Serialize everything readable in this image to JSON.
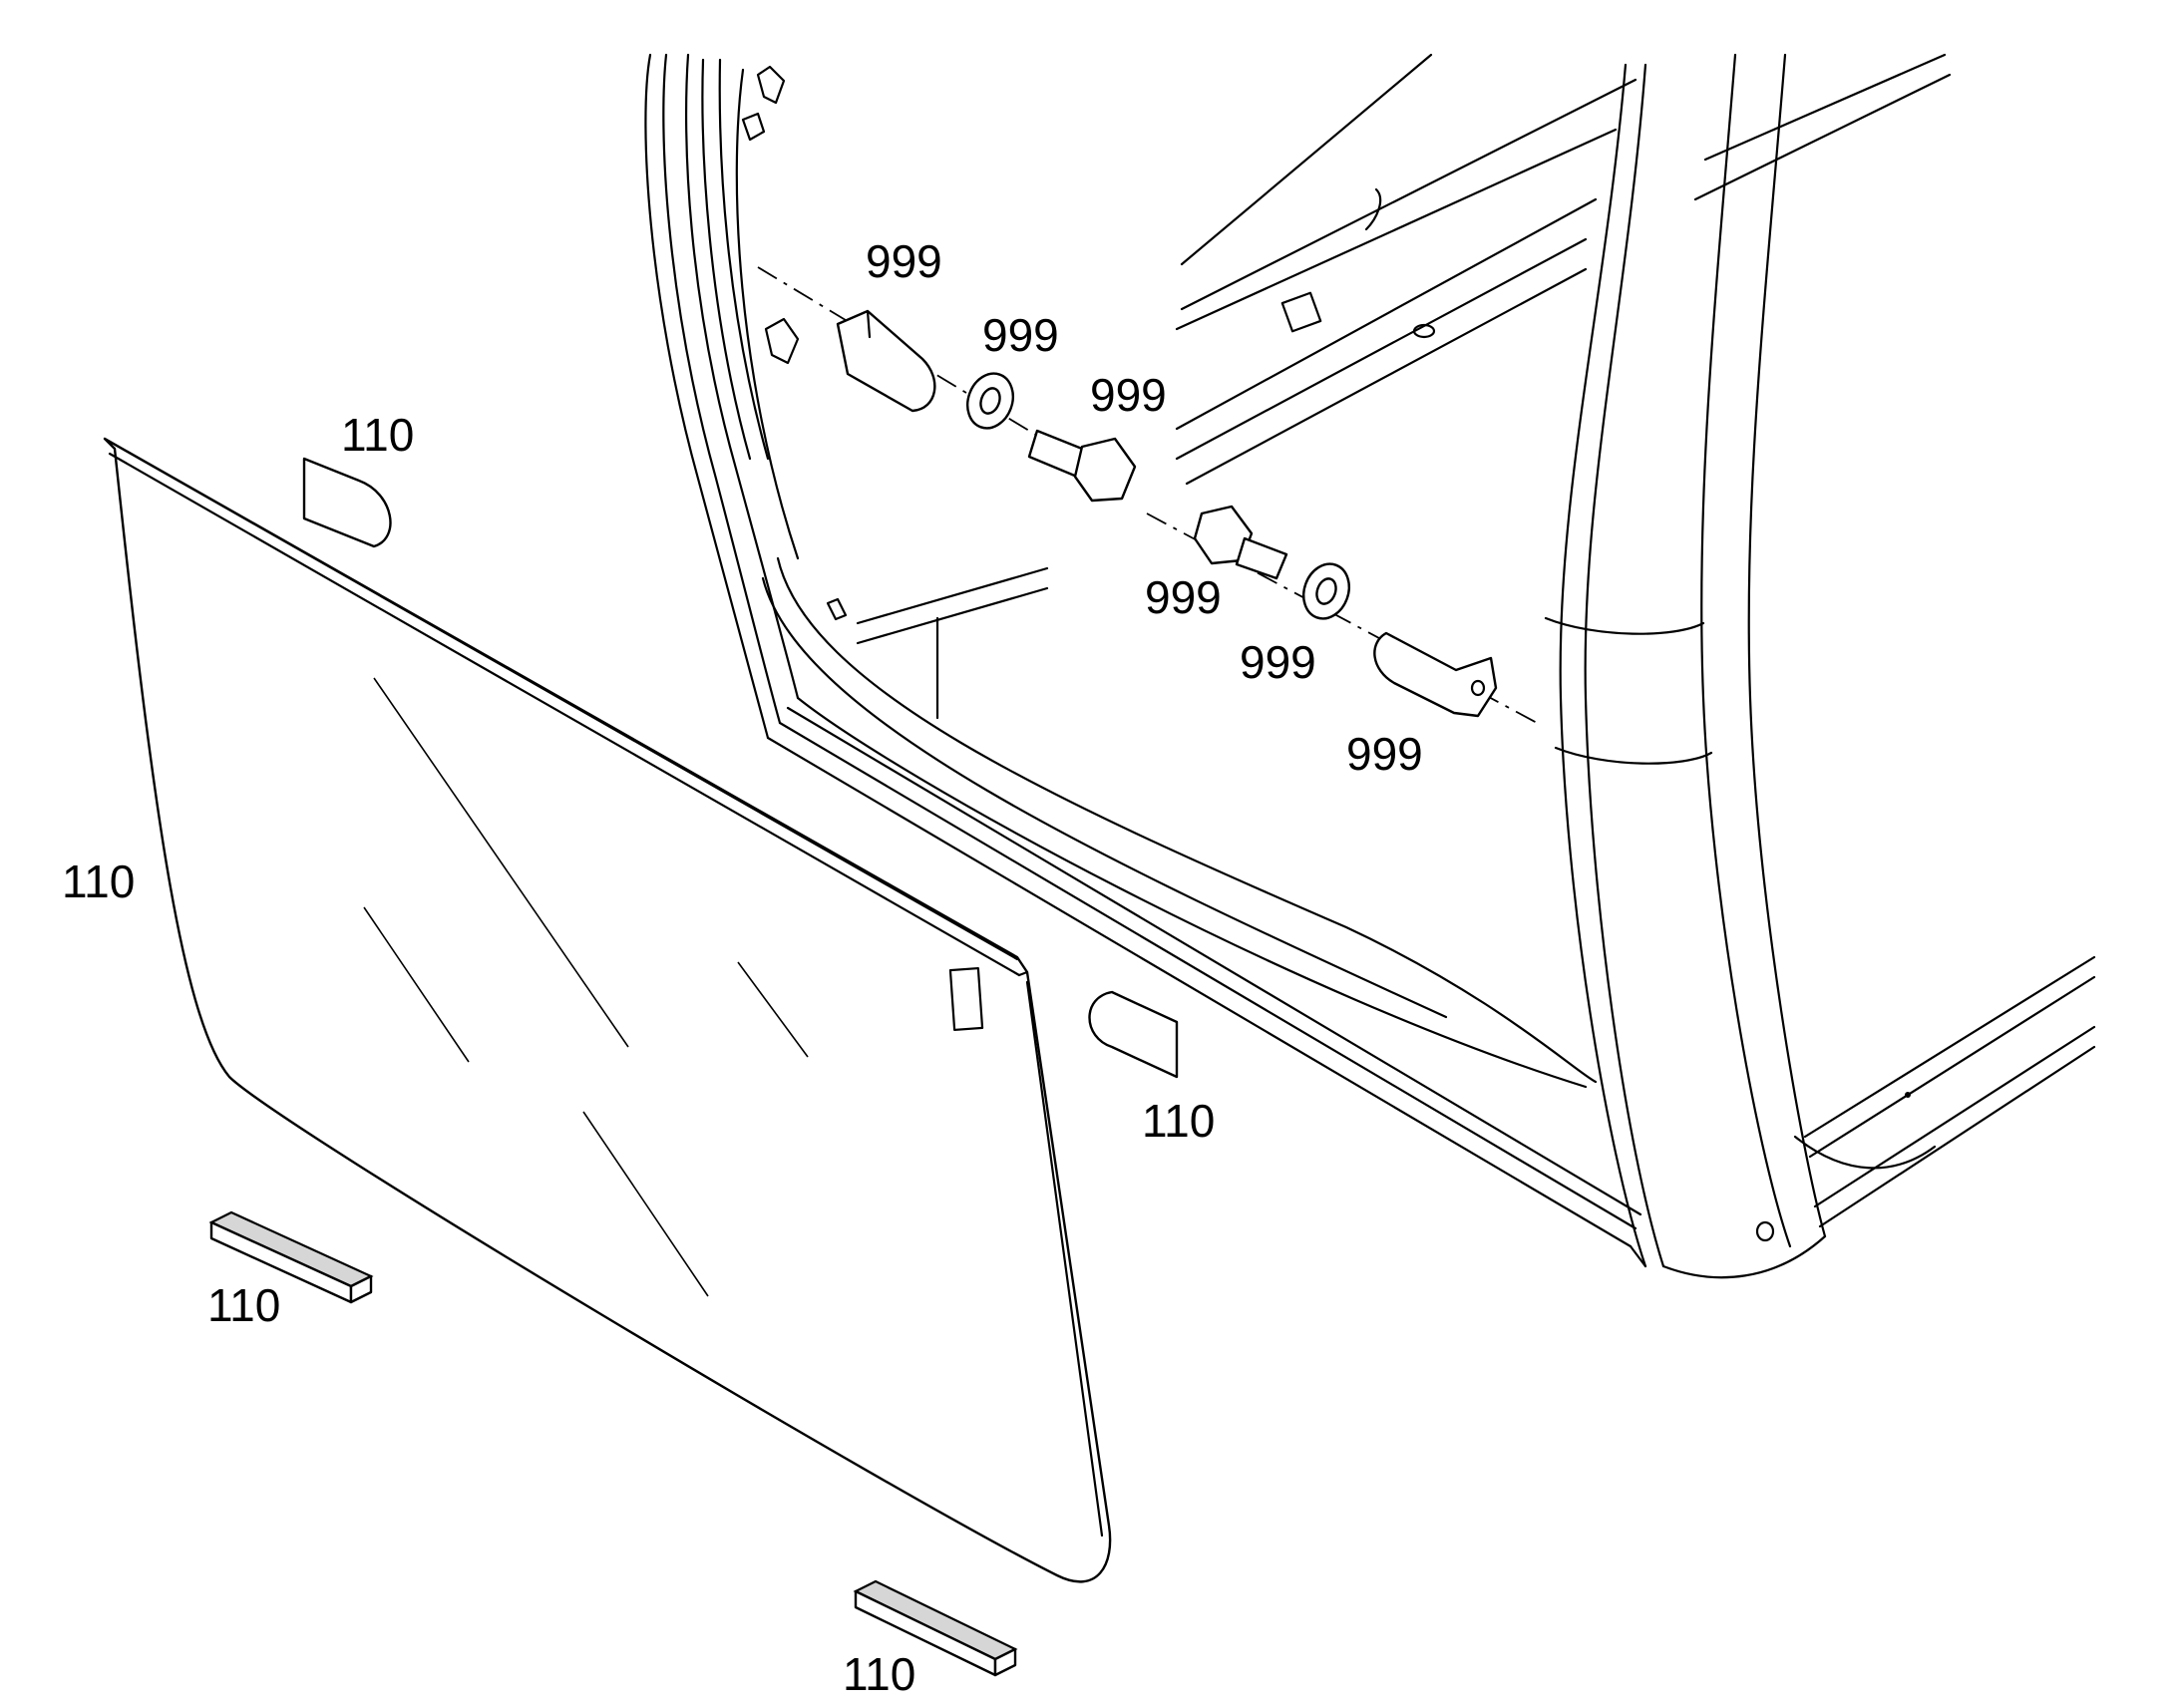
{
  "diagram": {
    "labels": {
      "bracket_upper": "999",
      "washer_upper": "999",
      "bolt_upper": "999",
      "bolt_lower": "999",
      "washer_lower": "999",
      "bracket_lower": "999",
      "glass_pane": "110",
      "glass_top_pad": "110",
      "glass_right_pad": "110",
      "block_left": "110",
      "block_bottom": "110"
    }
  }
}
